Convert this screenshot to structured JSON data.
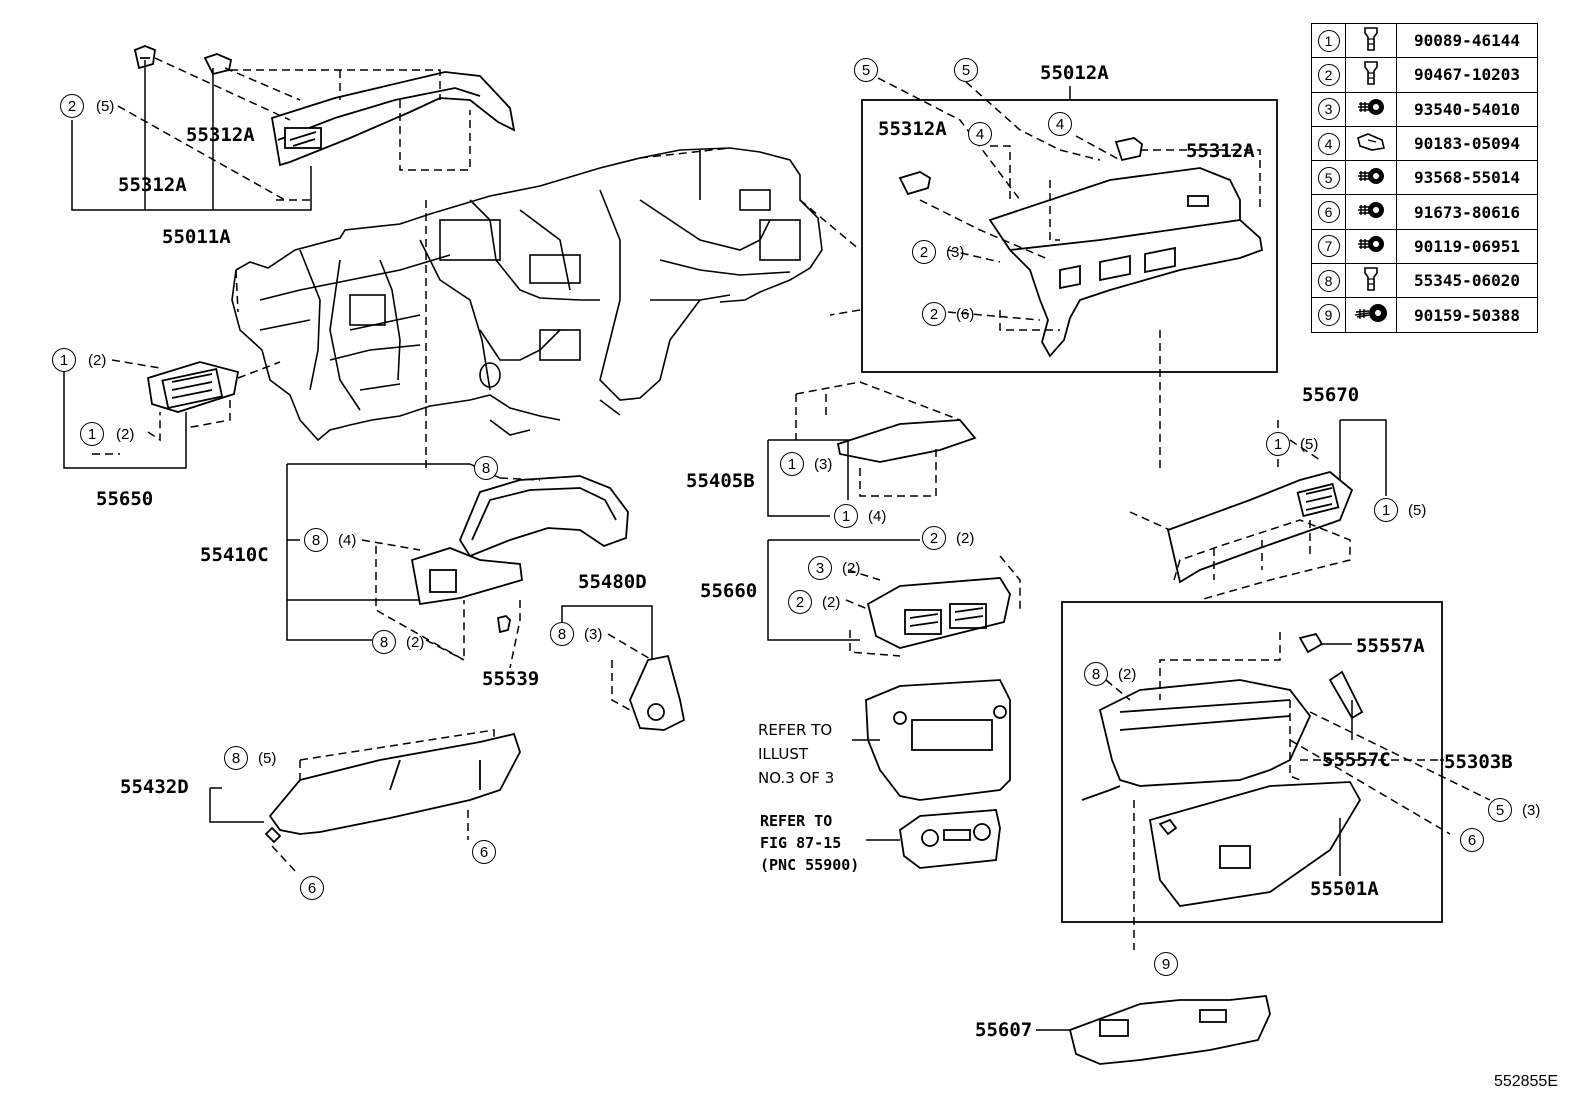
{
  "part_labels": {
    "p55011A": "55011A",
    "p55312A_a": "55312A",
    "p55312A_b": "55312A",
    "p55312A_c": "55312A",
    "p55312A_d": "55312A",
    "p55012A": "55012A",
    "p55650": "55650",
    "p55410C": "55410C",
    "p55539": "55539",
    "p55480D": "55480D",
    "p55405B": "55405B",
    "p55660": "55660",
    "p55670": "55670",
    "p55557A": "55557A",
    "p55557C": "55557C",
    "p55303B": "55303B",
    "p55501A": "55501A",
    "p55432D": "55432D",
    "p55607": "55607"
  },
  "notes": {
    "refer_illust": "REFER TO\nILLUST\nNO.3 OF 3",
    "refer_fig": "REFER TO\nFIG 87-15\n(PNC 55900)"
  },
  "callouts": [
    {
      "num": "2",
      "qty": "(5)"
    },
    {
      "num": "5",
      "qty": ""
    },
    {
      "num": "5",
      "qty": ""
    },
    {
      "num": "4",
      "qty": ""
    },
    {
      "num": "4",
      "qty": ""
    },
    {
      "num": "2",
      "qty": "(3)"
    },
    {
      "num": "2",
      "qty": "(6)"
    },
    {
      "num": "1",
      "qty": "(2)"
    },
    {
      "num": "1",
      "qty": "(2)"
    },
    {
      "num": "8",
      "qty": ""
    },
    {
      "num": "8",
      "qty": "(4)"
    },
    {
      "num": "8",
      "qty": "(2)"
    },
    {
      "num": "8",
      "qty": "(3)"
    },
    {
      "num": "1",
      "qty": "(3)"
    },
    {
      "num": "1",
      "qty": "(4)"
    },
    {
      "num": "2",
      "qty": "(2)"
    },
    {
      "num": "3",
      "qty": "(2)"
    },
    {
      "num": "2",
      "qty": "(2)"
    },
    {
      "num": "1",
      "qty": "(5)"
    },
    {
      "num": "1",
      "qty": "(5)"
    },
    {
      "num": "8",
      "qty": "(2)"
    },
    {
      "num": "5",
      "qty": "(3)"
    },
    {
      "num": "6",
      "qty": ""
    },
    {
      "num": "8",
      "qty": "(5)"
    },
    {
      "num": "6",
      "qty": ""
    },
    {
      "num": "6",
      "qty": ""
    },
    {
      "num": "9",
      "qty": ""
    }
  ],
  "legend": [
    {
      "num": "1",
      "icon": "clip-icon",
      "part": "90089-46144"
    },
    {
      "num": "2",
      "icon": "clip-icon",
      "part": "90467-10203"
    },
    {
      "num": "3",
      "icon": "screw-icon",
      "part": "93540-54010"
    },
    {
      "num": "4",
      "icon": "nut-clip-icon",
      "part": "90183-05094"
    },
    {
      "num": "5",
      "icon": "screw-icon",
      "part": "93568-55014"
    },
    {
      "num": "6",
      "icon": "screw-icon",
      "part": "91673-80616"
    },
    {
      "num": "7",
      "icon": "screw-icon",
      "part": "90119-06951"
    },
    {
      "num": "8",
      "icon": "clip-icon",
      "part": "55345-06020"
    },
    {
      "num": "9",
      "icon": "tapping-screw-icon",
      "part": "90159-50388"
    }
  ],
  "figure_ref": "552855E"
}
